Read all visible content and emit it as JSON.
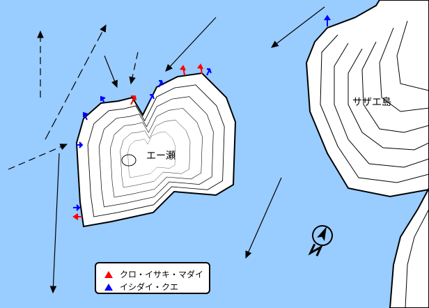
{
  "map": {
    "islands": [
      {
        "name": "エー瀬"
      },
      {
        "name": "サザエ島"
      }
    ],
    "legend": [
      {
        "label": "クロ・イサキ・マダイ",
        "color": "#ff0000"
      },
      {
        "label": "イシダイ・クエ",
        "color": "#0000ff"
      }
    ],
    "water_color": "#99ccff",
    "compass_icon": "north-arrow-icon"
  }
}
